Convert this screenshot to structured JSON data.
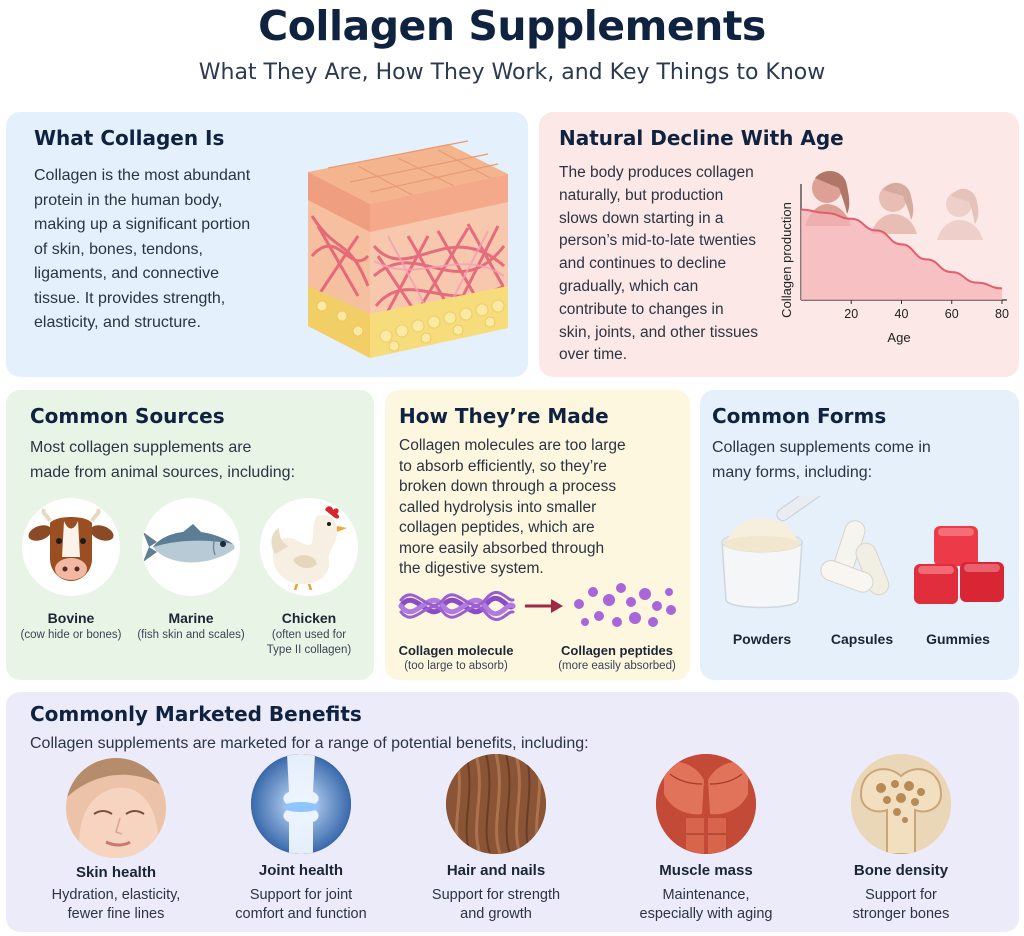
{
  "header": {
    "title": "Collagen Supplements",
    "subtitle": "What They Are, How They Work, and Key Things to Know"
  },
  "what_is": {
    "heading": "What Collagen Is",
    "lines": [
      "Collagen is the most abundant",
      "protein in the human body,",
      "making up a significant portion",
      "of skin, bones, tendons,",
      "ligaments, and connective",
      "tissue. It provides strength,",
      "elasticity, and structure."
    ],
    "image_icon": "skin-layers-illustration"
  },
  "decline": {
    "heading": "Natural Decline With Age",
    "lines": [
      "The body produces collagen",
      "naturally, but production",
      "slows down starting in a",
      "person’s mid-to-late twenties",
      "and continues to decline",
      "gradually, which can",
      "contribute to changes in",
      "skin, joints, and other tissues",
      "over time."
    ],
    "chart": {
      "ylabel": "Collagen production",
      "xlabel": "Age",
      "ticks": [
        "20",
        "40",
        "60",
        "80"
      ]
    }
  },
  "chart_data": {
    "type": "area",
    "title": "",
    "xlabel": "Age",
    "ylabel": "Collagen production",
    "x": [
      0,
      10,
      20,
      30,
      40,
      50,
      60,
      70,
      80
    ],
    "values": [
      0.78,
      0.75,
      0.7,
      0.6,
      0.48,
      0.35,
      0.24,
      0.15,
      0.1
    ],
    "xticks": [
      20,
      40,
      60,
      80
    ],
    "xlim": [
      0,
      82
    ],
    "ylim": [
      0,
      1
    ],
    "grid": false,
    "color": "#e45c6c"
  },
  "sources": {
    "heading": "Common Sources",
    "lines": [
      "Most collagen supplements are",
      "made from animal sources, including:"
    ],
    "items": [
      {
        "name": "Bovine",
        "desc": [
          "(cow hide or bones)"
        ],
        "icon": "cow-icon"
      },
      {
        "name": "Marine",
        "desc": [
          "(fish skin and scales)"
        ],
        "icon": "fish-icon"
      },
      {
        "name": "Chicken",
        "desc": [
          "(often used for",
          "Type II collagen)"
        ],
        "icon": "chicken-icon"
      }
    ]
  },
  "made": {
    "heading": "How They’re Made",
    "lines": [
      "Collagen molecules are too large",
      "to absorb efficiently, so they’re",
      "broken down through a process",
      "called hydrolysis into smaller",
      "collagen peptides, which are",
      "more easily absorbed through",
      "the digestive system."
    ],
    "molecule": {
      "name": "Collagen molecule",
      "desc": "(too large to absorb)"
    },
    "peptides": {
      "name": "Collagen peptides",
      "desc": "(more easily absorbed)"
    }
  },
  "forms": {
    "heading": "Common Forms",
    "lines": [
      "Collagen supplements come in",
      "many forms, including:"
    ],
    "items": [
      {
        "name": "Powders",
        "icon": "powder-scoop-icon"
      },
      {
        "name": "Capsules",
        "icon": "capsule-icon"
      },
      {
        "name": "Gummies",
        "icon": "gummy-icon"
      }
    ]
  },
  "benefits": {
    "heading": "Commonly Marketed Benefits",
    "intro": "Collagen supplements are marketed for a range of potential benefits, including:",
    "items": [
      {
        "name": "Skin health",
        "desc": [
          "Hydration, elasticity,",
          "fewer fine lines"
        ],
        "icon": "face-icon"
      },
      {
        "name": "Joint health",
        "desc": [
          "Support for joint",
          "comfort and function"
        ],
        "icon": "knee-joint-icon"
      },
      {
        "name": "Hair and nails",
        "desc": [
          "Support for strength",
          "and growth"
        ],
        "icon": "hair-icon"
      },
      {
        "name": "Muscle mass",
        "desc": [
          "Maintenance,",
          "especially with aging"
        ],
        "icon": "muscle-icon"
      },
      {
        "name": "Bone density",
        "desc": [
          "Support for",
          "stronger bones"
        ],
        "icon": "bone-icon"
      }
    ]
  },
  "colors": {
    "heading": "#0f2240",
    "panel_blue": "#e4f0fb",
    "panel_pink": "#fce8e6",
    "panel_green": "#e8f5e6",
    "panel_yellow": "#fdf7e0",
    "panel_lavender": "#ecebf9"
  }
}
